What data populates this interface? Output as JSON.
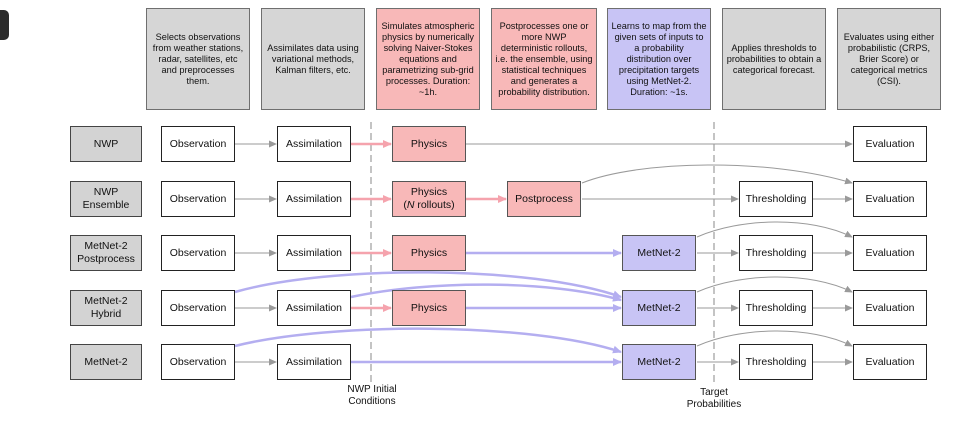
{
  "descriptions": [
    "Selects observations from weather stations, radar, satellites, etc and preprocesses them.",
    "Assimilates data using variational methods, Kalman filters, etc.",
    "Simulates atmospheric physics by numerically solving Naiver-Stokes equations and parametrizing sub-grid processes. Duration: ~1h.",
    "Postprocesses one or more NWP deterministic rollouts, i.e. the ensemble, using statistical techniques and generates a probability distribution.",
    "Learns to map from the given sets of inputs to a probability distribution over precipitation targets using MetNet-2. Duration: ~1s.",
    "Applies thresholds to probabilities to obtain a categorical forecast.",
    "Evaluates using either probabilistic (CRPS, Brier Score) or categorical metrics (CSI)."
  ],
  "rows": [
    {
      "label": "NWP"
    },
    {
      "label_line1": "NWP",
      "label_line2": "Ensemble"
    },
    {
      "label_line1": "MetNet-2",
      "label_line2": "Postprocess"
    },
    {
      "label_line1": "MetNet-2",
      "label_line2": "Hybrid"
    },
    {
      "label": "MetNet-2"
    }
  ],
  "nodes": {
    "observation": "Observation",
    "assimilation": "Assimilation",
    "physics": "Physics",
    "physics_ensemble_line1": "Physics",
    "physics_ensemble_open": "(",
    "physics_ensemble_n": "N",
    "physics_ensemble_rest": " rollouts)",
    "postprocess": "Postprocess",
    "metnet2": "MetNet-2",
    "thresholding": "Thresholding",
    "evaluation": "Evaluation"
  },
  "annotations": {
    "initial_line1": "NWP Initial",
    "initial_line2": "Conditions",
    "target_line1": "Target",
    "target_line2": "Probabilities"
  },
  "colors": {
    "red_fill": "#f8b8b8",
    "purple_fill": "#c8c4f5",
    "gray_fill": "#d6d6d6",
    "red_arrow": "#f5a3ad",
    "purple_arrow": "#b4aef0",
    "gray_arrow": "#9a9a9a"
  }
}
